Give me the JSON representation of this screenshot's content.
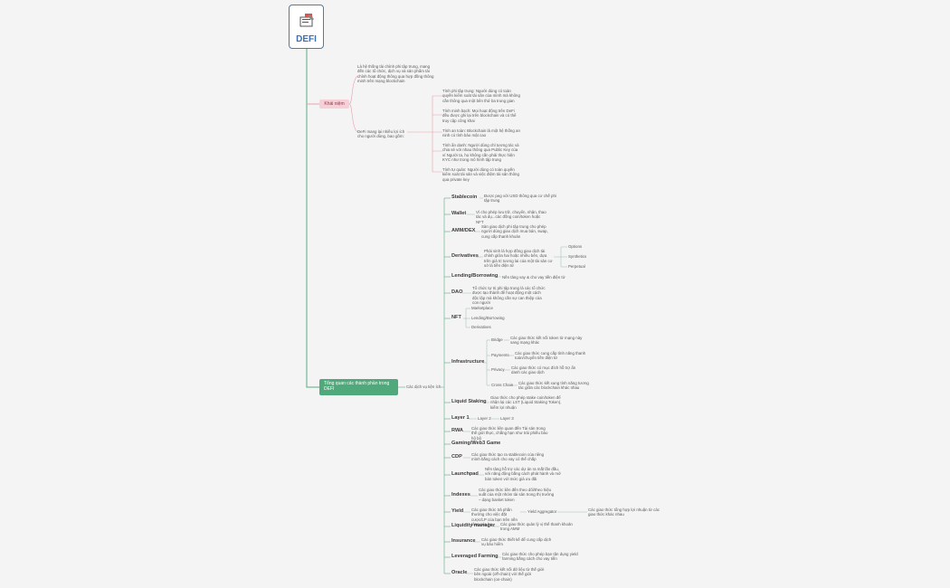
{
  "root": {
    "title": "DEFI",
    "icon": "document-edit-icon"
  },
  "khai_niem": {
    "label": "Khái niệm",
    "desc1": "Là hệ thống tài chính phi tập trung, mang đến các tổ chức, dịch vụ và sản phẩm tài chính hoạt động thông qua hợp đồng thông minh trên mạng blockchain",
    "desc2": "DeFi mang lại nhiều lợi ích cho người dùng, bao gồm:",
    "benefits": [
      "Tính phi tập trung: Người dùng có toàn quyền kiểm soát tài sản của mình mà không cần thông qua một bên thứ ba trung gian",
      "Tính minh bạch: Mọi hoạt động trên DeFi đều được ghi lại trên blockchain và có thể truy cập công khai",
      "Tính an toàn: Blockchain là một hệ thống an ninh có tính bảo mật cao",
      "Tính ẩn danh: Người dùng chỉ tương tác và chia sẻ với nhau thông qua Public Key của ví Người ta, họ không cần phải thực hiện KYC như trong mô hình tập trung",
      "Tính tự quản: Người dùng có toàn quyền kiểm soát tài sản và việc điệm tài sản thông qua private key"
    ]
  },
  "tong_quan": {
    "label": "Tổng quan các thành phần trong DEFI",
    "connector": "Các dịch vụ tiện ích"
  },
  "components": [
    {
      "name": "Stablecoin",
      "desc": "Được peg với USD thông qua cơ chế phi tập trung"
    },
    {
      "name": "Wallet",
      "desc": "Ví cho phép lưu trữ, chuyển, nhận, thao tác và dụ...các đồng coin/token hoặc NFT"
    },
    {
      "name": "AMM/DEX",
      "desc": "Sàn giao dịch phi tập trung cho phép người dùng giao dịch mua bán, swap, cung cấp thanh khoản"
    },
    {
      "name": "Derivatives",
      "desc": "Phái sinh là hợp đồng giao dịch tài chính giữa hai hoặc nhiều bên, dựa trên giá trị tương lai của một tài sản cơ sở là tiền điện tử",
      "children": [
        "Options",
        "Synthetics",
        "Perpetual"
      ]
    },
    {
      "name": "Lending/Borrowing",
      "desc": "Nền tảng vay & cho vay tiền điện tử"
    },
    {
      "name": "DAO",
      "desc": "Tổ chức tự trị phi tập trung là các tổ chức được tạo thành để hoạt động một cách độc lập mà không cần sự can thiệp của con người"
    },
    {
      "name": "NFT",
      "children": [
        "Marketplace",
        "Lending/Borrowing",
        "Derivatives"
      ]
    },
    {
      "name": "Infrastructure",
      "children": [
        {
          "name": "Bridge",
          "desc": "Các giao thức kết nối token từ mạng này sang mạng khác"
        },
        {
          "name": "Payments",
          "desc": "Các giao thức cung cấp tính năng thanh toán/chuyển tiền điện tử"
        },
        {
          "name": "Privacy",
          "desc": "Các giao thức có mục đích hỗ trợ ẩn danh các giao dịch"
        },
        {
          "name": "Cross Chain",
          "desc": "Các giao thức kết xung tính năng tương tác giữa các blockchain khác nhau"
        }
      ]
    },
    {
      "name": "Liquid Staking",
      "desc": "Giao thức cho phép stake coin/token để nhận lại các LST (Liquid Staking Token), kiếm lợi nhuận"
    },
    {
      "name": "Layer 1",
      "children": [
        "Layer 2",
        "Layer 3"
      ]
    },
    {
      "name": "RWA",
      "desc": "Các giao thức liên quan đến Tài sản trong thế giới thực, chẳng hạn như trái phiếu bảo hộ bộ"
    },
    {
      "name": "Gaming/Web3 Game"
    },
    {
      "name": "CDP",
      "desc": "Các giao thức tạo ra stablecoin của riêng mình bằng cách cho vay có thế chấp"
    },
    {
      "name": "Launchpad",
      "desc": "Nền tảng hỗ trợ các dự án ra mắt lần đầu, với năng động bằng cách phát hành và mở bán token với mức giá ưu đãi"
    },
    {
      "name": "Indexes",
      "desc": "Các giao thức liên đến theo dõi/theo hiệu suất của một nhóm tài sản trong thị trường – dạng basket token"
    },
    {
      "name": "Yield",
      "desc": "Các giao thức trả phần thưởng cho việc đặt cược/LP của bạn trên nền tảng của họ",
      "sub": "Yield Aggregator",
      "sub_desc": "Các giao thức tổng hợp lợi nhuận từ các giao thức khác nhau"
    },
    {
      "name": "Liquidity manager",
      "desc": "Các giao thức quản lý vị thế thanh khoản trong AMM"
    },
    {
      "name": "Insurance",
      "desc": "Các giao thức thiết kế để cung cấp dịch vụ bảo hiểm"
    },
    {
      "name": "Leveraged Farming",
      "desc": "Các giao thức cho phép bạn tận dụng yield farming bằng cách cho vay tiền"
    },
    {
      "name": "Oracle",
      "desc": "Các giao thức kết nối dữ liệu từ thế giới bên ngoài (off-chain) với thế giới blockchain (on-chain)"
    }
  ],
  "colors": {
    "branch_green": "#5aad85",
    "pink": "#f7cfd6",
    "node_green": "#4fa97a",
    "root_blue": "#4a7bb7",
    "pink_line": "#e8a0ae"
  }
}
